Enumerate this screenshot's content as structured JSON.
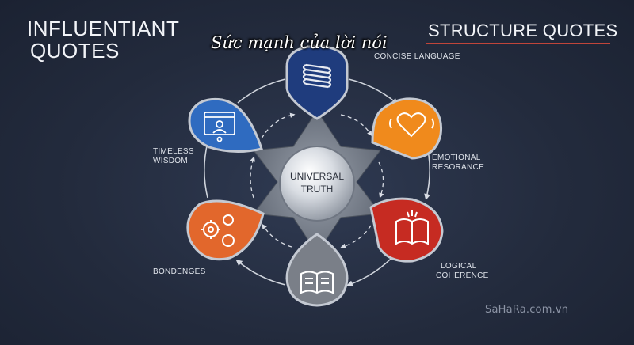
{
  "header": {
    "left_title_line1": "INFLUENTIANT",
    "left_title_line2": "QUOTES",
    "right_title": "STRUCTURE QUOTES",
    "overlay_caption": "Sức mạnh của lời nói"
  },
  "center": {
    "line1": "UNIVERSAL",
    "line2": "TRUTH"
  },
  "nodes": {
    "top_label": "CONCISE LANGUAGE",
    "top_right_label_line1": "EMOTIONAL",
    "top_right_label_line2": "RESORANCE",
    "bottom_right_label_line1": "LOGICAL",
    "bottom_right_label_line2": "COHERENCE",
    "left_label_line1": "TIMELESS",
    "left_label_line2": "WISDOM",
    "bottom_left_label": "BONDENGES"
  },
  "colors": {
    "top": "#1f3c7d",
    "top_right": "#f08a1c",
    "bottom_right": "#c62b22",
    "bottom": "#7a7f88",
    "bottom_left": "#e2672c",
    "top_left": "#2f6bc0",
    "accent_rule": "#c0453a"
  },
  "icons": {
    "top": "spring-coil-icon",
    "top_right": "heart-signal-icon",
    "bottom_right": "open-book-icon",
    "bottom": "open-book-icon",
    "bottom_left": "gears-icon",
    "top_left": "browser-user-icon"
  },
  "watermark": "SaHaRa.com.vn"
}
